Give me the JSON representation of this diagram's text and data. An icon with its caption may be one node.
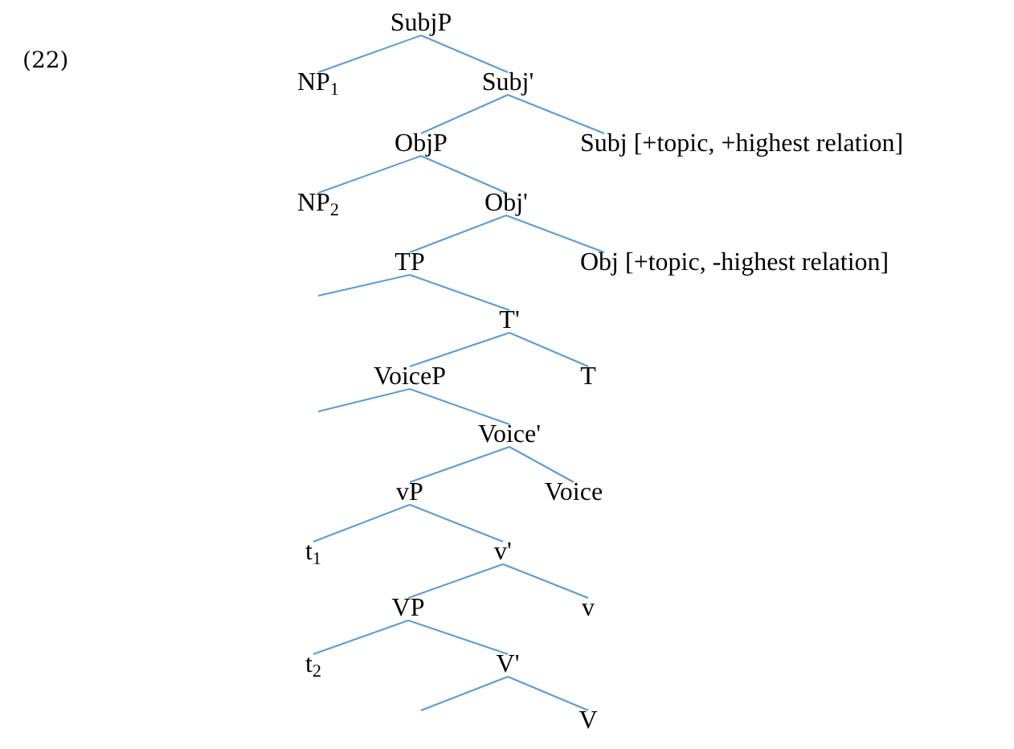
{
  "diagram": {
    "nodes": [
      {
        "text": [
          "SubjP"
        ]
      },
      {
        "text": [
          "NP$_{1}$"
        ]
      },
      {
        "text": [
          "Subj'"
        ]
      },
      {
        "text": [
          "ObjP"
        ]
      },
      {
        "text": [
          "Subj [+topic, +highest relation]"
        ]
      },
      {
        "text": [
          "NP$_{2}$"
        ]
      },
      {
        "text": [
          "Obj'"
        ]
      },
      {
        "text": [
          "TP"
        ]
      },
      {
        "text": [
          "Obj [+topic, -highest relation]"
        ]
      },
      {
        "text": [
          "T'"
        ]
      },
      {
        "text": [
          "VoiceP"
        ]
      },
      {
        "text": [
          "T"
        ]
      },
      {
        "text": [
          "Voice'"
        ]
      },
      {
        "text": [
          "vP"
        ]
      },
      {
        "text": [
          "Voice"
        ]
      },
      {
        "text": [
          "t$_{1}$"
        ]
      },
      {
        "text": [
          "v'"
        ]
      },
      {
        "text": [
          "VP"
        ]
      },
      {
        "text": [
          "v"
        ]
      },
      {
        "text": [
          "t$_{2}$"
        ]
      },
      {
        "text": [
          "V'"
        ]
      },
      {
        "text": [
          "V"
        ]
      }
    ],
    "edges": [
      {
        "from": 0,
        "to": 1,
        "arrow": "none"
      },
      {
        "from": 0,
        "to": 2,
        "arrow": "none"
      },
      {
        "from": 2,
        "to": 3,
        "arrow": "none"
      },
      {
        "from": 2,
        "to": 4,
        "arrow": "none"
      },
      {
        "from": 3,
        "to": 5,
        "arrow": "none"
      },
      {
        "from": 3,
        "to": 6,
        "arrow": "none"
      },
      {
        "from": 6,
        "to": 7,
        "arrow": "none"
      },
      {
        "from": 6,
        "to": 8,
        "arrow": "none"
      },
      {
        "from": 7,
        "to": null,
        "arrow": "none"
      },
      {
        "from": 7,
        "to": 9,
        "arrow": "none"
      },
      {
        "from": 9,
        "to": 10,
        "arrow": "none"
      },
      {
        "from": 9,
        "to": 11,
        "arrow": "none"
      },
      {
        "from": 10,
        "to": null,
        "arrow": "none"
      },
      {
        "from": 10,
        "to": 12,
        "arrow": "none"
      },
      {
        "from": 12,
        "to": 13,
        "arrow": "none"
      },
      {
        "from": 12,
        "to": 14,
        "arrow": "none"
      },
      {
        "from": 13,
        "to": 15,
        "arrow": "none"
      },
      {
        "from": 13,
        "to": 16,
        "arrow": "none"
      },
      {
        "from": 16,
        "to": 17,
        "arrow": "none"
      },
      {
        "from": 16,
        "to": 18,
        "arrow": "none"
      },
      {
        "from": 17,
        "to": 19,
        "arrow": "none"
      },
      {
        "from": 17,
        "to": 20,
        "arrow": "none"
      },
      {
        "from": 20,
        "to": null,
        "arrow": "none"
      },
      {
        "from": 20,
        "to": 21,
        "arrow": "none"
      }
    ],
    "labels": [
      "(22)"
    ]
  }
}
